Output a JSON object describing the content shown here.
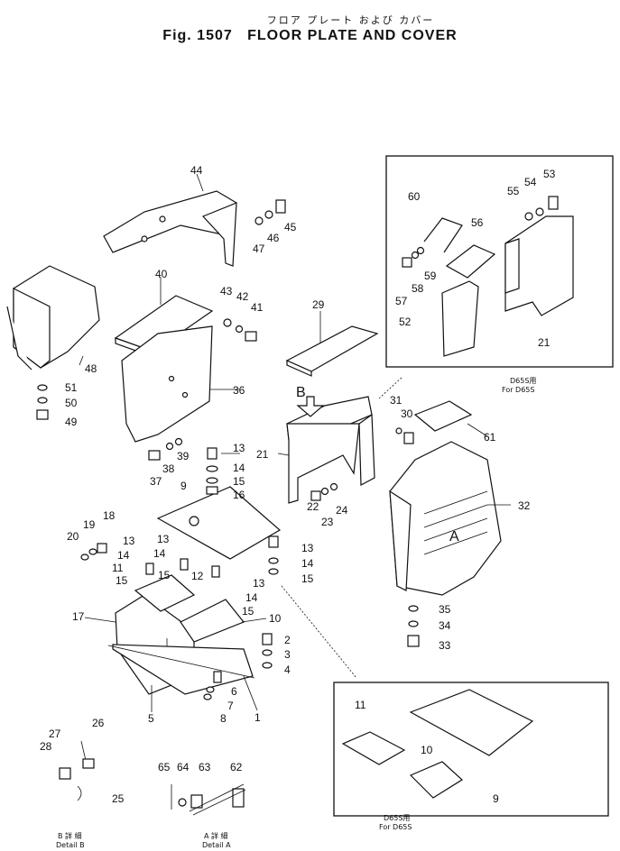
{
  "title": {
    "japanese": "フロア プレート および カバー",
    "fig_number": "Fig. 1507",
    "name": "FLOOR PLATE AND COVER"
  },
  "callouts": [
    {
      "id": "p44",
      "label": "44"
    },
    {
      "id": "p45",
      "label": "45"
    },
    {
      "id": "p46",
      "label": "46"
    },
    {
      "id": "p47",
      "label": "47"
    },
    {
      "id": "p40",
      "label": "40"
    },
    {
      "id": "p43",
      "label": "43"
    },
    {
      "id": "p42",
      "label": "42"
    },
    {
      "id": "p41",
      "label": "41"
    },
    {
      "id": "p48",
      "label": "48"
    },
    {
      "id": "p36",
      "label": "36"
    },
    {
      "id": "p51",
      "label": "51"
    },
    {
      "id": "p50",
      "label": "50"
    },
    {
      "id": "p49",
      "label": "49"
    },
    {
      "id": "p29",
      "label": "29"
    },
    {
      "id": "pB",
      "label": "B"
    },
    {
      "id": "p21a",
      "label": "21"
    },
    {
      "id": "p31",
      "label": "31"
    },
    {
      "id": "p30",
      "label": "30"
    },
    {
      "id": "p61",
      "label": "61"
    },
    {
      "id": "p32",
      "label": "32"
    },
    {
      "id": "p37",
      "label": "37"
    },
    {
      "id": "p38",
      "label": "38"
    },
    {
      "id": "p39",
      "label": "39"
    },
    {
      "id": "p13a",
      "label": "13"
    },
    {
      "id": "p14a",
      "label": "14"
    },
    {
      "id": "p15a",
      "label": "15"
    },
    {
      "id": "p16",
      "label": "16"
    },
    {
      "id": "p9",
      "label": "9"
    },
    {
      "id": "p22",
      "label": "22"
    },
    {
      "id": "p23",
      "label": "23"
    },
    {
      "id": "p24",
      "label": "24"
    },
    {
      "id": "p20",
      "label": "20"
    },
    {
      "id": "p19",
      "label": "19"
    },
    {
      "id": "p18",
      "label": "18"
    },
    {
      "id": "p13b",
      "label": "13"
    },
    {
      "id": "p14b",
      "label": "14"
    },
    {
      "id": "p13c",
      "label": "13"
    },
    {
      "id": "p14c",
      "label": "14"
    },
    {
      "id": "p11",
      "label": "11"
    },
    {
      "id": "p15b",
      "label": "15"
    },
    {
      "id": "p12",
      "label": "12"
    },
    {
      "id": "p13d",
      "label": "13"
    },
    {
      "id": "p14d",
      "label": "14"
    },
    {
      "id": "p15c",
      "label": "15"
    },
    {
      "id": "p13e",
      "label": "13"
    },
    {
      "id": "p14e",
      "label": "14"
    },
    {
      "id": "p15d",
      "label": "15"
    },
    {
      "id": "p17",
      "label": "17"
    },
    {
      "id": "p10",
      "label": "10"
    },
    {
      "id": "p2",
      "label": "2"
    },
    {
      "id": "p3",
      "label": "3"
    },
    {
      "id": "p4",
      "label": "4"
    },
    {
      "id": "p6",
      "label": "6"
    },
    {
      "id": "p7",
      "label": "7"
    },
    {
      "id": "p8",
      "label": "8"
    },
    {
      "id": "p5",
      "label": "5"
    },
    {
      "id": "p1",
      "label": "1"
    },
    {
      "id": "p35",
      "label": "35"
    },
    {
      "id": "p34",
      "label": "34"
    },
    {
      "id": "p33",
      "label": "33"
    },
    {
      "id": "pA",
      "label": "A"
    },
    {
      "id": "p27",
      "label": "27"
    },
    {
      "id": "p26",
      "label": "26"
    },
    {
      "id": "p28",
      "label": "28"
    },
    {
      "id": "p25",
      "label": "25"
    },
    {
      "id": "p65",
      "label": "65"
    },
    {
      "id": "p64",
      "label": "64"
    },
    {
      "id": "p63",
      "label": "63"
    },
    {
      "id": "p62",
      "label": "62"
    }
  ],
  "inset_top": {
    "callouts": [
      {
        "id": "i60",
        "label": "60"
      },
      {
        "id": "i55",
        "label": "55"
      },
      {
        "id": "i54",
        "label": "54"
      },
      {
        "id": "i53",
        "label": "53"
      },
      {
        "id": "i56",
        "label": "56"
      },
      {
        "id": "i59",
        "label": "59"
      },
      {
        "id": "i57",
        "label": "57"
      },
      {
        "id": "i58",
        "label": "58"
      },
      {
        "id": "i52",
        "label": "52"
      },
      {
        "id": "i21",
        "label": "21"
      }
    ],
    "caption_jp": "D65S用",
    "caption_en": "For D65S"
  },
  "inset_bottom": {
    "callouts": [
      {
        "id": "j11",
        "label": "11"
      },
      {
        "id": "j10",
        "label": "10"
      },
      {
        "id": "j9",
        "label": "9"
      }
    ],
    "caption_jp": "D65S用",
    "caption_en": "For D65S"
  },
  "detail_b": {
    "caption_jp": "B 詳 細",
    "caption_en": "Detail B"
  },
  "detail_a": {
    "caption_jp": "A 詳 細",
    "caption_en": "Detail A"
  }
}
